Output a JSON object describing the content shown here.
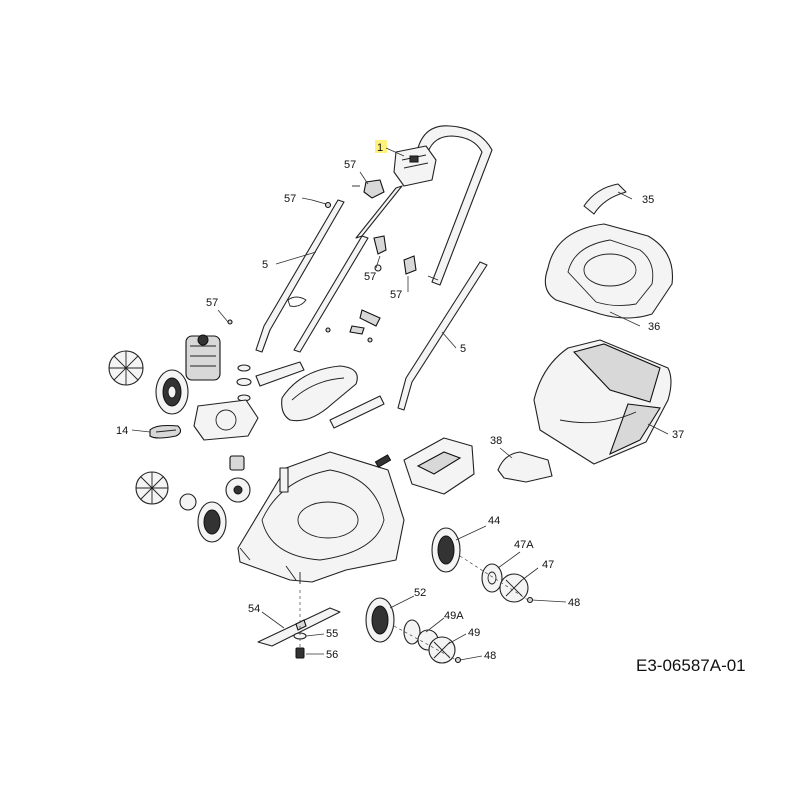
{
  "diagram": {
    "drawing_code": "E3-06587A-01",
    "highlight_color": "#fff27a",
    "labels": {
      "l1": "1",
      "l57a": "57",
      "l57b": "57",
      "l57c": "57",
      "l57d": "57",
      "l57e": "57",
      "l35": "35",
      "l5a": "5",
      "l5b": "5",
      "l36": "36",
      "l37": "37",
      "l14": "14",
      "l38": "38",
      "l44": "44",
      "l47a": "47A",
      "l47": "47",
      "l48a": "48",
      "l52": "52",
      "l49a": "49A",
      "l49": "49",
      "l48b": "48",
      "l54": "54",
      "l55": "55",
      "l56": "56"
    }
  }
}
